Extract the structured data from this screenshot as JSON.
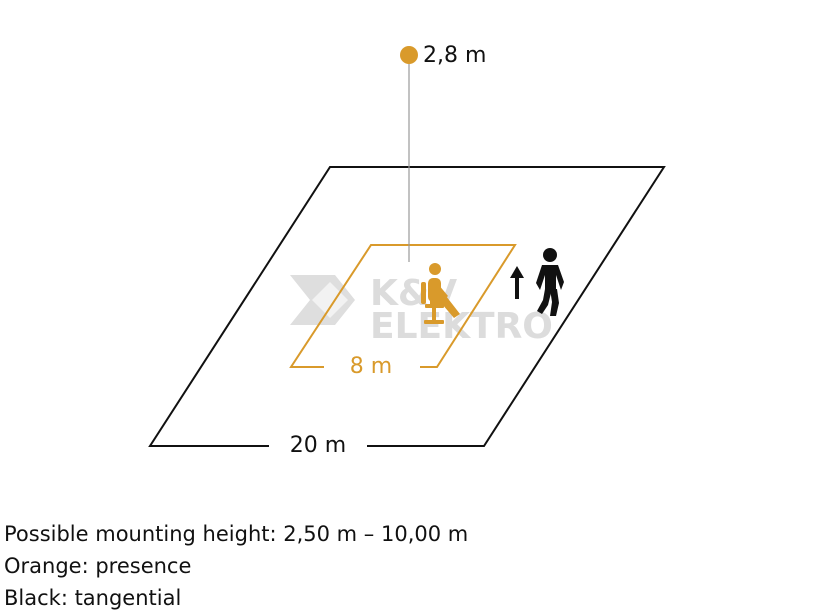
{
  "sensor": {
    "height_label": "2,8 m"
  },
  "outer_area": {
    "width_label": "20 m"
  },
  "inner_area": {
    "width_label": "8 m"
  },
  "watermark": {
    "line1": "K&V",
    "line2": "ELEKTRO"
  },
  "notes": [
    "Possible mounting height: 2,50 m – 10,00 m",
    "Orange: presence",
    "Black: tangential"
  ],
  "colors": {
    "presence": "#d99a2b",
    "tangential": "#111111",
    "watermark": "#dcdcdc"
  },
  "icons": [
    "sensor-dot-icon",
    "seated-person-icon",
    "walking-person-icon",
    "up-arrow-icon"
  ]
}
